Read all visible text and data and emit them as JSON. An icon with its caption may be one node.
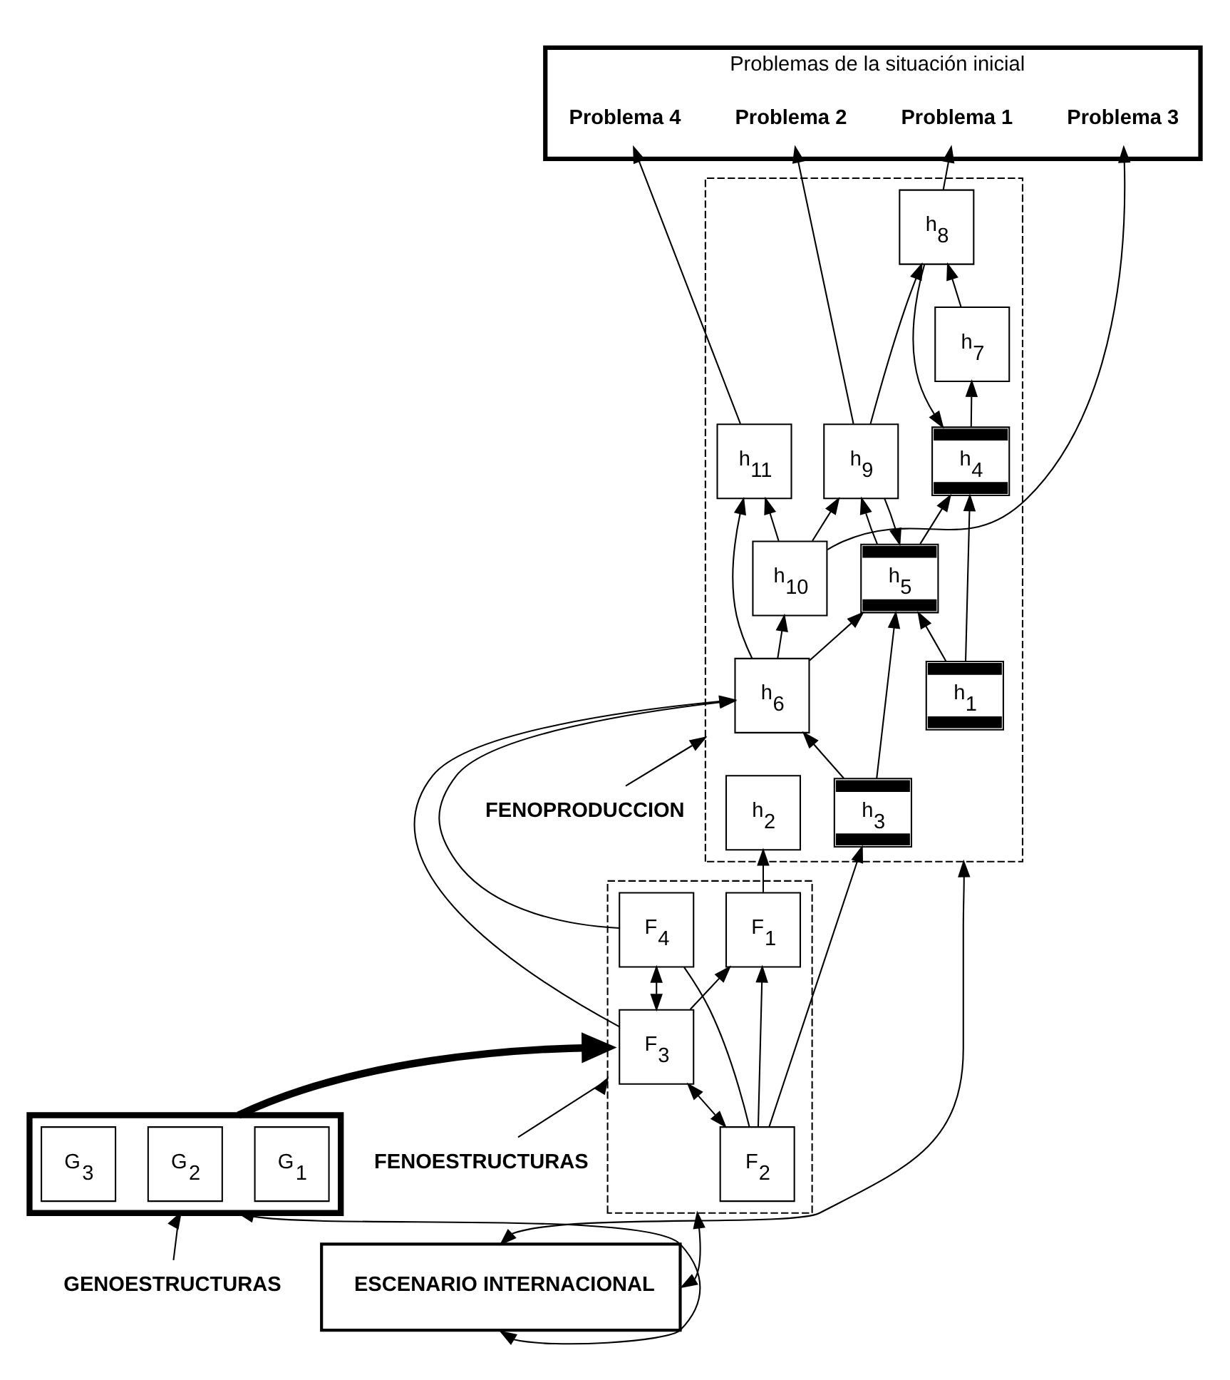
{
  "diagram": {
    "nodes": [
      {
        "text": [
          "ESCENARIO INTERNACIONAL"
        ]
      },
      {
        "text": [],
        "shape": "box"
      },
      {
        "text": [
          "h$_{1}$"
        ],
        "in": 1
      },
      {
        "text": [
          "h$_{2}$"
        ],
        "in": 1
      },
      {
        "text": [
          "h$_{3}$"
        ],
        "in": 1
      },
      {
        "text": [
          "h$_{4}$"
        ],
        "in": 1
      },
      {
        "text": [
          "h$_{5}$"
        ],
        "in": 1
      },
      {
        "text": [
          "h$_{6}$"
        ],
        "in": 1
      },
      {
        "text": [
          "h$_{7}$"
        ],
        "in": 1
      },
      {
        "text": [
          "h$_{8}$"
        ],
        "in": 1
      },
      {
        "text": [
          "h$_{9}$"
        ],
        "in": 1
      },
      {
        "text": [
          "h$_{10}$"
        ],
        "in": 1
      },
      {
        "text": [
          "h$_{11}$"
        ],
        "in": 1
      },
      {
        "text": [
          "Problemas de la situación inicial"
        ]
      },
      {
        "text": [
          "Problema 1"
        ],
        "in": 13
      },
      {
        "text": [
          "Problema 2"
        ],
        "in": 13
      },
      {
        "text": [
          "Problema 3"
        ],
        "in": 13
      },
      {
        "text": [
          "Problema 4"
        ],
        "in": 13
      },
      {
        "text": [
          "FENOPRODUCCION"
        ]
      },
      {
        "text": [],
        "shape": "box"
      },
      {
        "text": [
          "F$_{1}$"
        ],
        "in": 19
      },
      {
        "text": [
          "F$_{2}$"
        ],
        "in": 19
      },
      {
        "text": [
          "F$_{3}$"
        ],
        "in": 19
      },
      {
        "text": [
          "F$_{4}$"
        ],
        "in": 19
      },
      {
        "text": [
          "FENOESTRUCTURAS"
        ]
      },
      {
        "text": [],
        "shape": "box"
      },
      {
        "text": [
          "G$_{1}$"
        ],
        "in": 25
      },
      {
        "text": [
          "G$_{2}$"
        ],
        "in": 25
      },
      {
        "text": [
          "G$_{3}$"
        ],
        "in": 25
      },
      {
        "text": [
          "GENOESTRUCTURAS"
        ]
      }
    ],
    "edges": [
      {
        "from": 2,
        "to": 5,
        "arrow": "to"
      },
      {
        "from": 2,
        "to": 6,
        "arrow": "to"
      },
      {
        "from": 4,
        "to": 6,
        "arrow": "to"
      },
      {
        "from": 4,
        "to": 7,
        "arrow": "to"
      },
      {
        "from": 5,
        "to": 8,
        "arrow": "to"
      },
      {
        "from": 8,
        "to": 9,
        "arrow": "to"
      },
      {
        "from": 9,
        "to": 5,
        "arrow": "to"
      },
      {
        "from": 6,
        "to": 5,
        "arrow": "to"
      },
      {
        "from": 10,
        "to": 6,
        "arrow": "to"
      },
      {
        "from": 6,
        "to": 10,
        "arrow": "to"
      },
      {
        "from": 10,
        "to": 9,
        "arrow": "to"
      },
      {
        "from": 11,
        "to": 10,
        "arrow": "to"
      },
      {
        "from": 11,
        "to": 12,
        "arrow": "to"
      },
      {
        "from": 7,
        "to": 6,
        "arrow": "to"
      },
      {
        "from": 7,
        "to": 11,
        "arrow": "to"
      },
      {
        "from": 7,
        "to": 12,
        "arrow": "to"
      },
      {
        "from": 9,
        "to": 14,
        "arrow": "to"
      },
      {
        "from": 10,
        "to": 15,
        "arrow": "to"
      },
      {
        "from": 11,
        "to": 16,
        "arrow": "to"
      },
      {
        "from": 12,
        "to": 17,
        "arrow": "to"
      },
      {
        "from": 21,
        "to": 4,
        "arrow": "to"
      },
      {
        "from": 22,
        "to": 7,
        "arrow": "to"
      },
      {
        "from": 23,
        "to": 7,
        "arrow": "to"
      },
      {
        "from": 21,
        "to": 20,
        "arrow": "to"
      },
      {
        "from": 21,
        "to": 22,
        "arrow": "both"
      },
      {
        "from": 22,
        "to": 23,
        "arrow": "both"
      },
      {
        "from": 21,
        "to": 23,
        "arrow": "none"
      },
      {
        "from": 22,
        "to": 20,
        "arrow": "to"
      },
      {
        "from": 20,
        "to": 3,
        "arrow": "to"
      },
      {
        "from": 0,
        "to": 1,
        "arrow": "both"
      },
      {
        "from": 0,
        "to": 19,
        "arrow": "both"
      },
      {
        "from": 0,
        "to": 25,
        "arrow": "both"
      },
      {
        "from": 25,
        "to": 19,
        "arrow": "to",
        "style": "thick"
      },
      {
        "from": 18,
        "to": 1,
        "arrow": "to"
      },
      {
        "from": 24,
        "to": 19,
        "arrow": "to"
      },
      {
        "from": 29,
        "to": 25,
        "arrow": "to"
      }
    ]
  }
}
